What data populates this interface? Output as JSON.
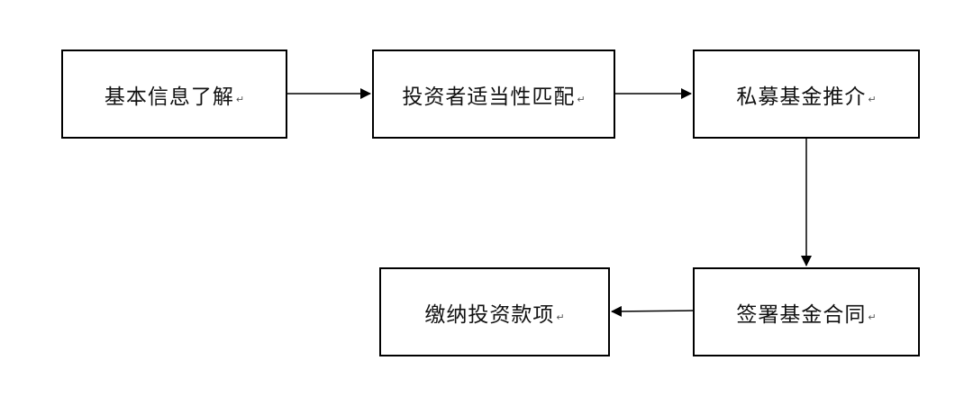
{
  "flow": {
    "steps": [
      {
        "id": "n1",
        "label": "基本信息了解"
      },
      {
        "id": "n2",
        "label": "投资者适当性匹配"
      },
      {
        "id": "n3",
        "label": "私募基金推介"
      },
      {
        "id": "n4",
        "label": "签署基金合同"
      },
      {
        "id": "n5",
        "label": "缴纳投资款项"
      }
    ],
    "edges": [
      {
        "from": "n1",
        "to": "n2"
      },
      {
        "from": "n2",
        "to": "n3"
      },
      {
        "from": "n3",
        "to": "n4"
      },
      {
        "from": "n4",
        "to": "n5"
      }
    ],
    "paragraph_mark": "↵"
  },
  "colors": {
    "line": "#000000",
    "box_border": "#000000",
    "text": "#111111"
  }
}
